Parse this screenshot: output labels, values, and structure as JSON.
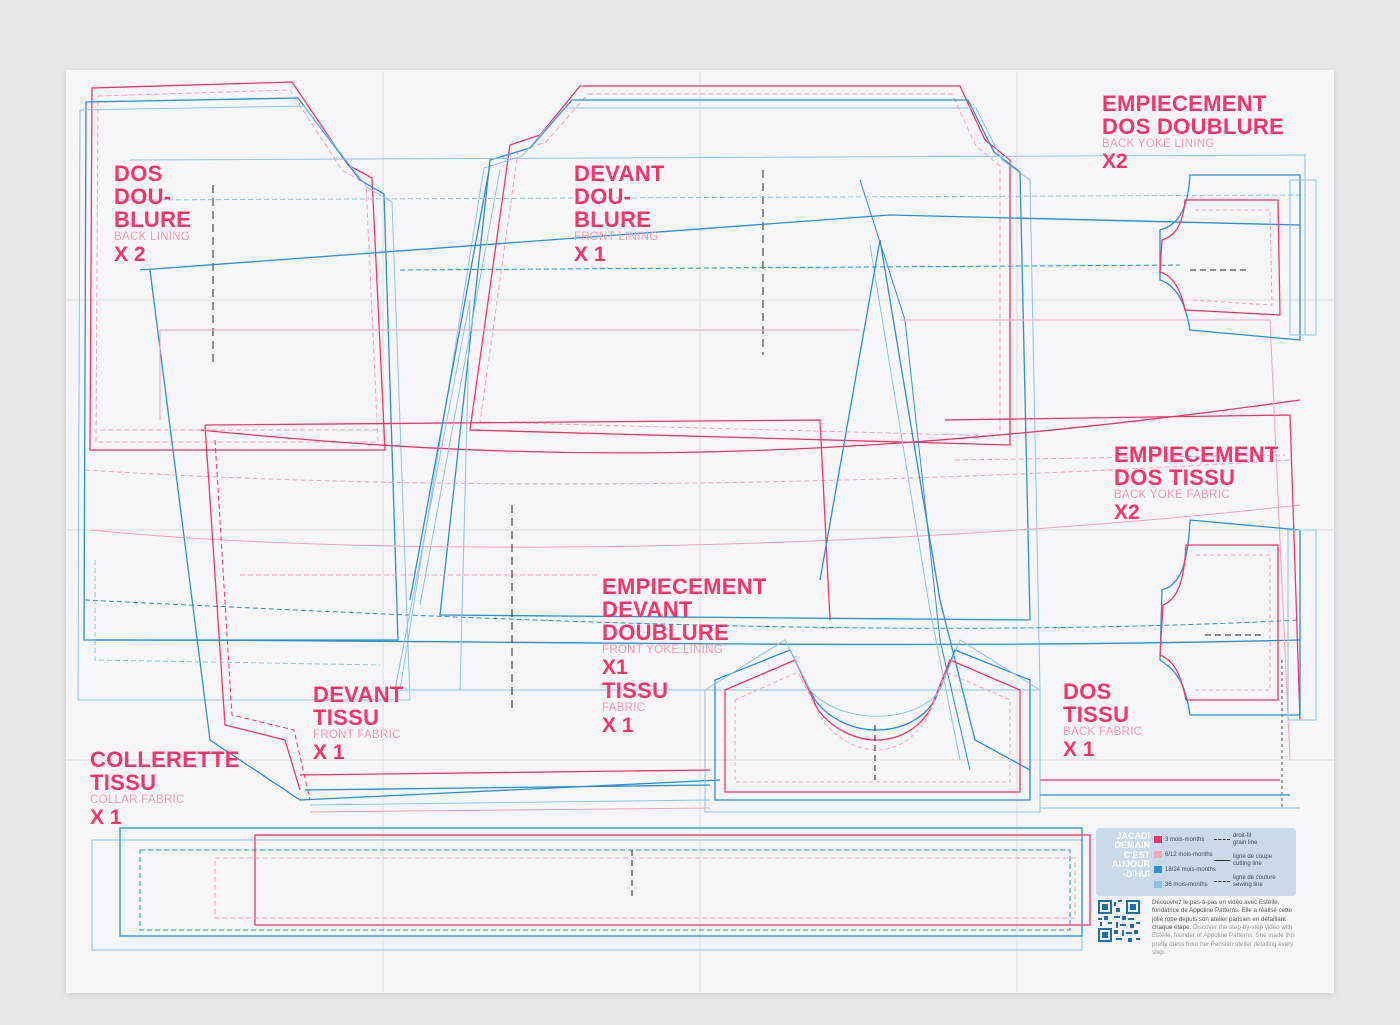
{
  "pieces": [
    {
      "id": "back-lining",
      "title": "DOS\nDOU-\nBLURE",
      "subtitle": "BACK LINING",
      "count": "X 2"
    },
    {
      "id": "front-lining",
      "title": "DEVANT\nDOU-\nBLURE",
      "subtitle": "FRONT LINING",
      "count": "X 1"
    },
    {
      "id": "back-yoke-lining",
      "title": "EMPIECEMENT\nDOS DOUBLURE",
      "subtitle": "BACK YOKE LINING",
      "count": "X2"
    },
    {
      "id": "back-yoke-fabric",
      "title": "EMPIECEMENT\nDOS TISSU",
      "subtitle": "BACK YOKE FABRIC",
      "count": "X2"
    },
    {
      "id": "front-yoke",
      "title": "EMPIECEMENT\nDEVANT\nDOUBLURE",
      "subtitle": "FRONT YOKE LINING",
      "count": "X1",
      "title2": "TISSU",
      "subtitle2": "FABRIC",
      "count2": "X 1"
    },
    {
      "id": "front-fabric",
      "title": "DEVANT\nTISSU",
      "subtitle": "FRONT FABRIC",
      "count": "X 1"
    },
    {
      "id": "back-fabric",
      "title": "DOS\nTISSU",
      "subtitle": "BACK FABRIC",
      "count": "X 1"
    },
    {
      "id": "collar-fabric",
      "title": "COLLERETTE\nTISSU",
      "subtitle": "COLLAR FABRIC",
      "count": "X 1"
    }
  ],
  "legend": {
    "brand": "JACADI\nDEMAIN\nC'EST\nAUJOUR\n-D'HUI",
    "sizes": [
      {
        "label": "3 mois-months",
        "color": "#f4356a"
      },
      {
        "label": "6/12 mois-months",
        "color": "#f7a3bd"
      },
      {
        "label": "18/24 mois-months",
        "color": "#2b8fd0"
      },
      {
        "label": "36 mois-months",
        "color": "#8fc3e6"
      }
    ],
    "lines": [
      {
        "label": "droit-fil\ngrain line",
        "style": "dash"
      },
      {
        "label": "ligne de coupe\ncutting line",
        "style": "solid"
      },
      {
        "label": "ligne de couture\nsewing line",
        "style": "dash"
      }
    ]
  },
  "info": {
    "fr": "Découvrez le pas-à-pas en vidéo avec Estelle, fondatrice de Appoline Patterns. Elle a réalisé cette jolie robe depuis son atelier parisien en détaillant chaque étape.",
    "en": "Discover the step-by-step video with Estelle, founder of Appoline Patterns. She made this pretty dress from her Parisian atelier detailing every step."
  },
  "colors": {
    "pink": "#f4356a",
    "lightpink": "#f7a3bd",
    "blue": "#2b8fd0",
    "lightblue": "#8fc3e6"
  }
}
